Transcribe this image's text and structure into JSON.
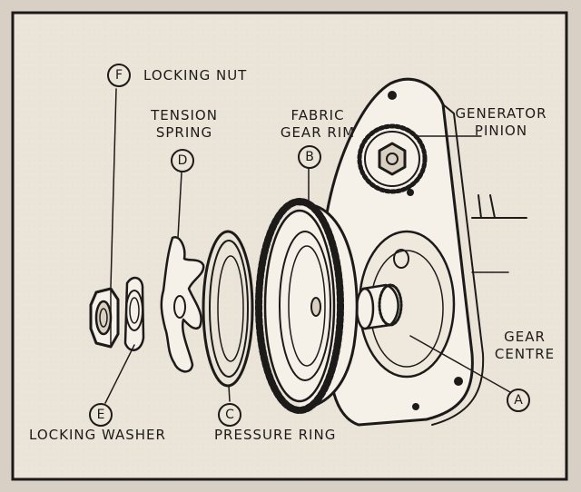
{
  "labels": {
    "locking_nut": "LOCKING NUT",
    "tension_spring_line1": "TENSION",
    "tension_spring_line2": "SPRING",
    "fabric_gear_rim_line1": "FABRIC",
    "fabric_gear_rim_line2": "GEAR RIM",
    "generator_pinion_line1": "GENERATOR",
    "generator_pinion_line2": "PINION",
    "gear_centre_line1": "GEAR",
    "gear_centre_line2": "CENTRE",
    "locking_washer": "LOCKING WASHER",
    "pressure_ring": "PRESSURE RING"
  },
  "badges": {
    "a": "A",
    "b": "B",
    "c": "C",
    "d": "D",
    "e": "E",
    "f": "F"
  }
}
